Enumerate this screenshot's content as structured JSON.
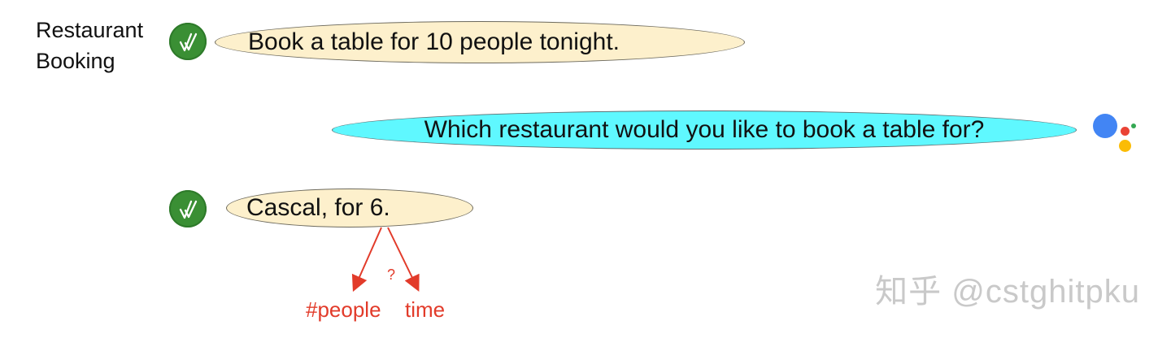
{
  "domain_label": {
    "line1": "Restaurant",
    "line2": "Booking"
  },
  "dialog": [
    {
      "speaker": "user",
      "text": "Book a table for 10 people tonight."
    },
    {
      "speaker": "assistant",
      "text": "Which restaurant would you like to book a table for?"
    },
    {
      "speaker": "user",
      "text": "Cascal, for 6."
    }
  ],
  "annotations": {
    "question_mark": "?",
    "slot_people": "#people",
    "slot_time": "time"
  },
  "watermark": "知乎 @cstghitpku",
  "colors": {
    "user_bubble": "#fdf0cc",
    "assistant_bubble": "#5ff8ff",
    "user_avatar": "#3a8f34",
    "annotation": "#e23b2a",
    "assistant_dots": [
      "#4285f4",
      "#ea4335",
      "#fbbc05",
      "#34a853"
    ]
  },
  "icons": {
    "user": "green-checkmark-avatar-icon",
    "assistant": "google-assistant-dots-icon"
  }
}
